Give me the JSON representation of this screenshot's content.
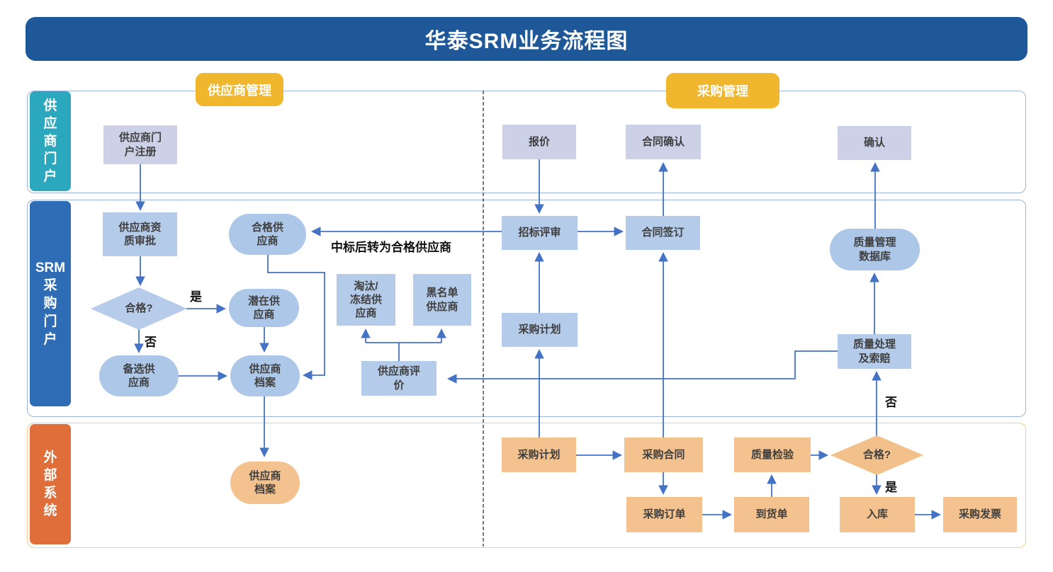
{
  "title": "华泰SRM业务流程图",
  "section_headers": {
    "supplier_mgmt": "供应商管理",
    "procurement_mgmt": "采购管理"
  },
  "lanes": {
    "supplier_portal": "供\n应\n商\n门\n户",
    "srm_portal": "SRM\n采\n购\n门\n户",
    "external_system": "外\n部\n系\n统"
  },
  "nodes": {
    "register": "供应商门\n户注册",
    "quote": "报价",
    "contract_confirm": "合同确认",
    "confirm": "确认",
    "qualification_approval": "供应商资\n质审批",
    "qualified_q1": "合格?",
    "potential_supplier": "潜在供\n应商",
    "alternative_supplier": "备选供\n应商",
    "supplier_archive_srm": "供应商\n档案",
    "qualified_supplier": "合格供\n应商",
    "eliminate_freeze": "淘汰/\n冻结供\n应商",
    "blacklist": "黑名单\n供应商",
    "supplier_evaluation": "供应商评\n价",
    "bid_review": "招标评审",
    "purchase_plan_srm": "采购计划",
    "contract_sign": "合同签订",
    "quality_db": "质量管理\n数据库",
    "quality_claim": "质量处理\n及索赔",
    "supplier_archive_ext": "供应商\n档案",
    "purchase_plan_ext": "采购计划",
    "purchase_contract": "采购合同",
    "quality_inspection": "质量检验",
    "qualified_q2": "合格?",
    "purchase_order": "采购订单",
    "delivery_note": "到货单",
    "warehouse_in": "入库",
    "purchase_invoice": "采购发票"
  },
  "edge_labels": {
    "yes1": "是",
    "no1": "否",
    "no2": "否",
    "yes2": "是",
    "annotation": "中标后转为合格供应商"
  },
  "colors": {
    "title_bar": "#1F5899",
    "lane_supplier_portal": "#2BA7BE",
    "lane_srm_portal": "#2E6DB5",
    "lane_external": "#E06E3A",
    "section_header": "#F0B62D",
    "rect_lavender": "#CDD1E8",
    "rect_blue": "#B4CBE9",
    "ellipse_blue": "#ADC7E9",
    "orange_fill": "#F4C28E",
    "arrow": "#4472C4",
    "lane_border_blue": "#9CB3DE",
    "lane_border_orange": "#F6CA90"
  }
}
